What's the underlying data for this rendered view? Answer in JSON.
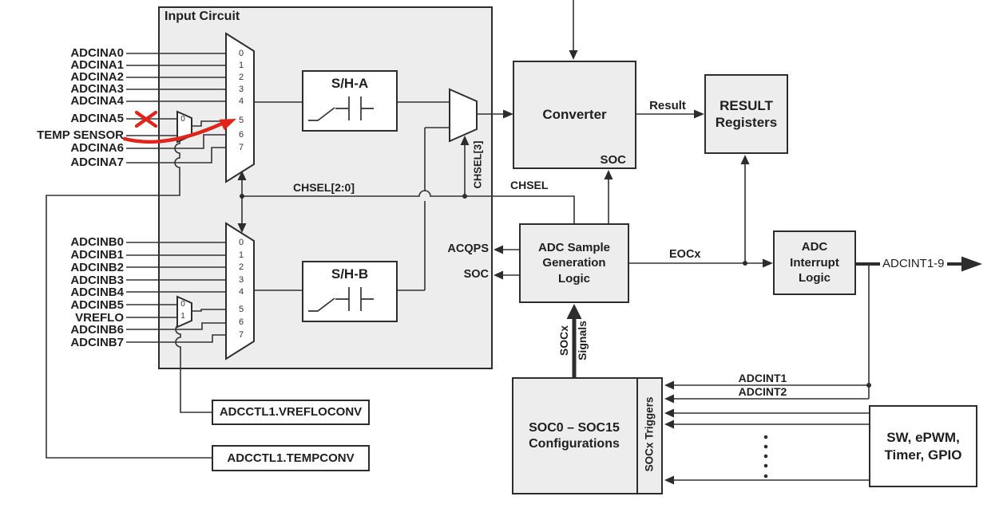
{
  "diagram": {
    "input_circuit_title": "Input Circuit",
    "inputs_a": [
      "ADCINA0",
      "ADCINA1",
      "ADCINA2",
      "ADCINA3",
      "ADCINA4",
      "ADCINA5",
      "TEMP SENSOR",
      "ADCINA6",
      "ADCINA7"
    ],
    "inputs_b": [
      "ADCINB0",
      "ADCINB1",
      "ADCINB2",
      "ADCINB3",
      "ADCINB4",
      "ADCINB5",
      "VREFLO",
      "ADCINB6",
      "ADCINB7"
    ],
    "mux_a_channels": [
      "0",
      "1",
      "2",
      "3",
      "4",
      "5",
      "6",
      "7"
    ],
    "mux_b_channels": [
      "0",
      "1",
      "2",
      "3",
      "4",
      "5",
      "6",
      "7"
    ],
    "small_mux_a": {
      "in0": "0"
    },
    "small_mux_b": {
      "in0": "0",
      "in1": "1"
    },
    "blocks": {
      "sha": "S/H-A",
      "shb": "S/H-B",
      "converter": "Converter",
      "converter_soc": "SOC",
      "result_l1": "RESULT",
      "result_l2": "Registers",
      "samplegen_l1": "ADC Sample",
      "samplegen_l2": "Generation",
      "samplegen_l3": "Logic",
      "interrupt_l1": "ADC",
      "interrupt_l2": "Interrupt",
      "interrupt_l3": "Logic",
      "socconfig_l1": "SOC0 – SOC15",
      "socconfig_l2": "Configurations",
      "socx_triggers": "SOCx Triggers",
      "sw_l1": "SW, ePWM,",
      "sw_l2": "Timer, GPIO",
      "vrefloconv": "ADCCTL1.VREFLOCONV",
      "tempconv": "ADCCTL1.TEMPCONV"
    },
    "signals": {
      "chsel20": "CHSEL[2:0]",
      "chsel3": "CHSEL[3]",
      "chsel": "CHSEL",
      "acqps": "ACQPS",
      "soc": "SOC",
      "eocx": "EOCx",
      "result": "Result",
      "adcint19": "ADCINT1-9",
      "adcint1": "ADCINT1",
      "adcint2": "ADCINT2",
      "socx_l1": "SOCx",
      "socx_l2": "Signals"
    },
    "colors": {
      "box_fill": "#ededed",
      "stroke": "#2d2d2d",
      "annotation_red": "#e2231a"
    }
  }
}
